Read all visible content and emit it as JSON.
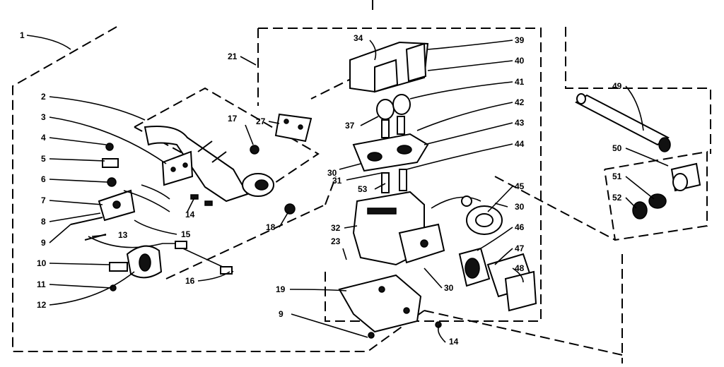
{
  "callouts": {
    "c1": "1",
    "c2": "2",
    "c3": "3",
    "c4": "4",
    "c5": "5",
    "c6": "6",
    "c7": "7",
    "c8": "8",
    "c9a": "9",
    "c10": "10",
    "c11": "11",
    "c12": "12",
    "c13": "13",
    "c14a": "14",
    "c15": "15",
    "c16": "16",
    "c17": "17",
    "c18": "18",
    "c19": "19",
    "c9b": "9",
    "c14b": "14",
    "c21": "21",
    "c27": "27",
    "c34": "34",
    "c39": "39",
    "c40": "40",
    "c41": "41",
    "c37": "37",
    "c42": "42",
    "c43": "43",
    "c30a": "30",
    "c44": "44",
    "c31": "31",
    "c53": "53",
    "c32": "32",
    "c23": "23",
    "c45": "45",
    "c30b": "30",
    "c46": "46",
    "c47": "47",
    "c30c": "30",
    "c48": "48",
    "c49": "49",
    "c50": "50",
    "c51": "51",
    "c52": "52"
  }
}
